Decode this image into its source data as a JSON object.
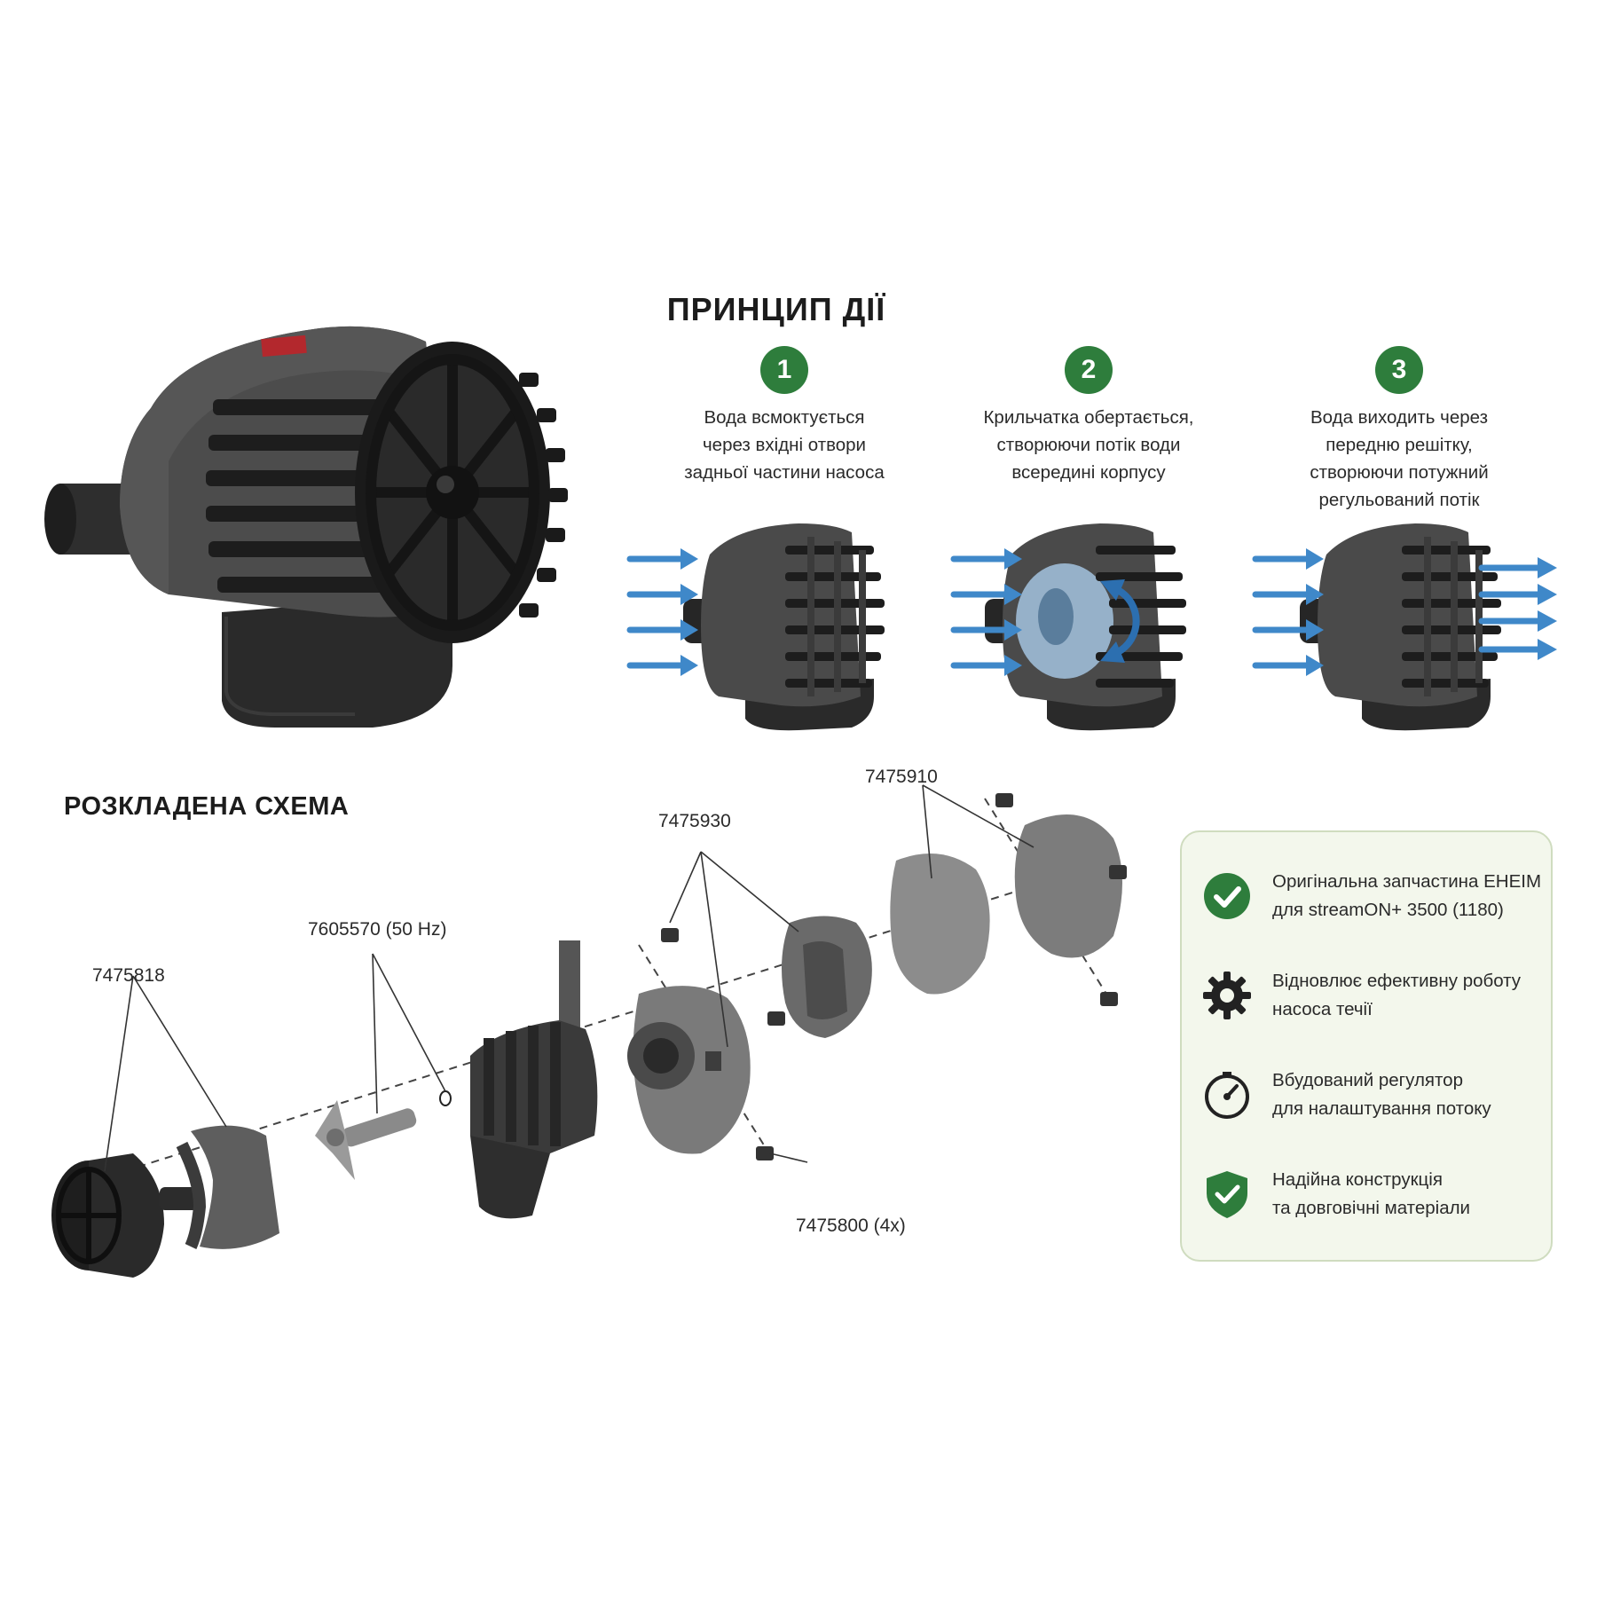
{
  "principle": {
    "title": "ПРИНЦИП ДІЇ",
    "steps": [
      {
        "number": "1",
        "lines": [
          "Вода всмоктується",
          "через вхідні отвори",
          "задньої частини насоса"
        ]
      },
      {
        "number": "2",
        "lines": [
          "Крильчатка обертається,",
          "створюючи потік води",
          "всередині корпусу"
        ]
      },
      {
        "number": "3",
        "lines": [
          "Вода виходить через",
          "передню решітку,",
          "створюючи потужний",
          "регульований потік"
        ]
      }
    ]
  },
  "exploded": {
    "title": "РОЗКЛАДЕНА СХЕМА",
    "parts": {
      "p7475818": "7475818",
      "p7605570": "7605570 (50 Hz)",
      "p7475930": "7475930",
      "p7475910": "7475910",
      "p7475800": "7475800 (4x)"
    }
  },
  "features": [
    {
      "icon": "check-circle-icon",
      "lines": [
        "Оригінальна запчастина EHEIM",
        "для streamON+ 3500 (1180)"
      ]
    },
    {
      "icon": "gear-icon",
      "lines": [
        "Відновлює ефективну роботу",
        "насоса течії"
      ]
    },
    {
      "icon": "gauge-icon",
      "lines": [
        "Вбудований регулятор",
        "для налаштування потоку"
      ]
    },
    {
      "icon": "shield-check-icon",
      "lines": [
        "Надійна конструкція",
        "та довговічні матеріали"
      ]
    }
  ],
  "colors": {
    "accent_green": "#2e7d3c",
    "panel_bg": "#f3f7ec",
    "panel_border": "#cfdcbf",
    "flow_arrow": "#3f88c9",
    "pump_body": "#4a4a4a",
    "cage": "#1d1d1d"
  }
}
